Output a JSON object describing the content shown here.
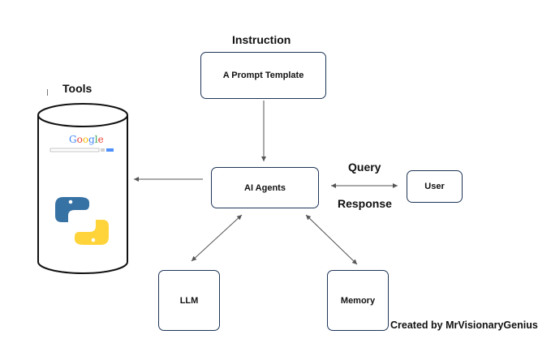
{
  "labels": {
    "instruction": "Instruction",
    "tools": "Tools",
    "query": "Query",
    "response": "Response"
  },
  "nodes": {
    "prompt_template": "A Prompt Template",
    "ai_agents": "AI Agents",
    "user": "User",
    "llm": "LLM",
    "memory": "Memory"
  },
  "tools": {
    "search_logo": "Google",
    "icons": [
      "google-search-icon",
      "python-logo-icon"
    ]
  },
  "credit": "Created by MrVisionaryGenius",
  "colors": {
    "box_border": "#1f3557",
    "arrow": "#555555",
    "python_blue": "#3772a4",
    "python_yellow": "#ffd43b"
  }
}
